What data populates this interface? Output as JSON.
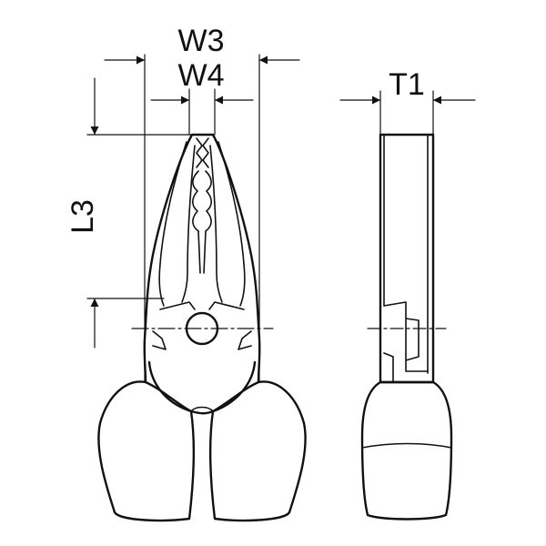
{
  "diagram": {
    "labels": {
      "w3": "W3",
      "w4": "W4",
      "t1": "T1",
      "l3": "L3"
    },
    "colors": {
      "line": "#111111",
      "background": "#ffffff"
    }
  }
}
